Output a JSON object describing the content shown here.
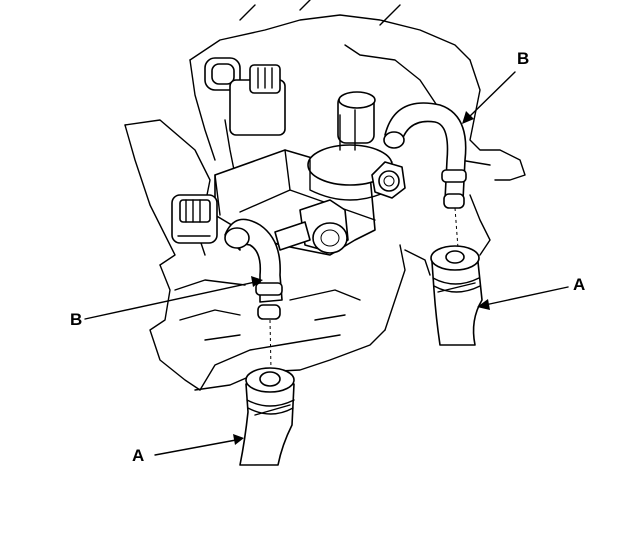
{
  "labels": {
    "b_top": "B",
    "b_left": "B",
    "a_right": "A",
    "a_left": "A"
  },
  "colors": {
    "line": "#000000",
    "background": "#ffffff"
  }
}
